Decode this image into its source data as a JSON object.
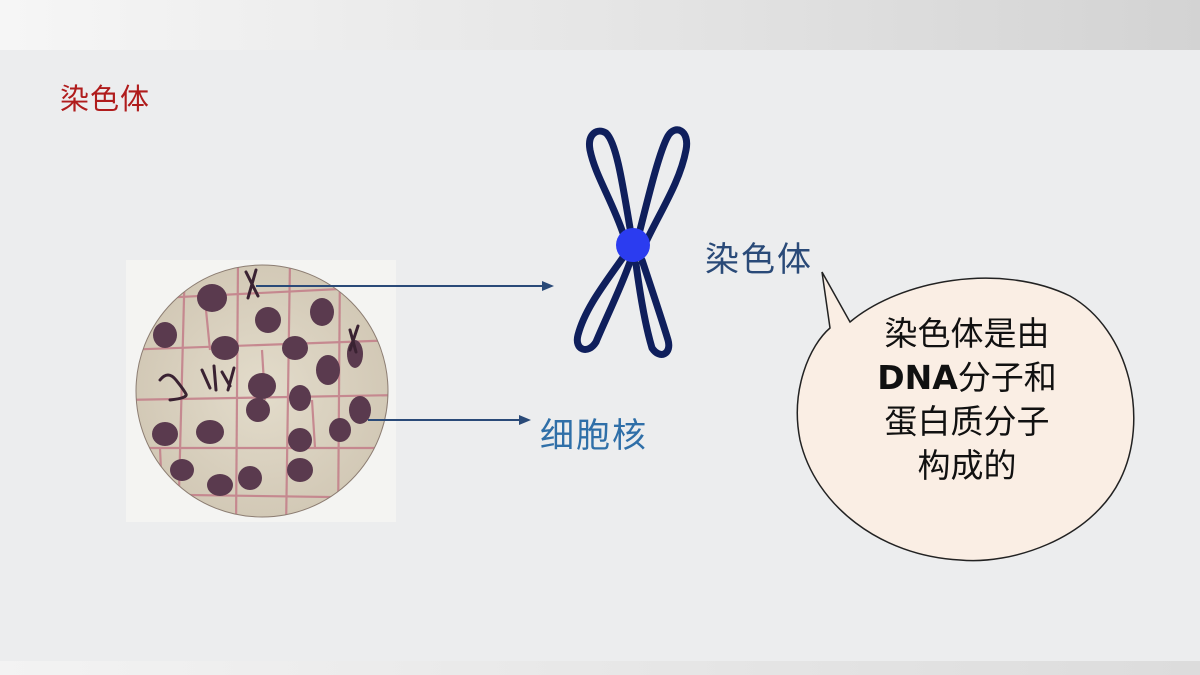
{
  "slide": {
    "title": "染色体",
    "chromosome_label": "染色体",
    "nucleus_label": "细胞核"
  },
  "bubble": {
    "line1": "染色体是由",
    "line2_bold": "DNA",
    "line2_rest": "分子和",
    "line3": "蛋白质分子",
    "line4": "构成的"
  },
  "colors": {
    "title": "#b01c1c",
    "chromosome_outline": "#0f1f5c",
    "centromere": "#2b3cf0",
    "arrow": "#2a4a78",
    "bubble_fill": "#faeee4",
    "cell_wall": "#c4818b",
    "nucleus": "#5a3a4e"
  },
  "icons": {
    "chromosome": "chromosome-x-shape",
    "micrograph": "onion-root-cells-micrograph",
    "speech_bubble": "speech-bubble"
  }
}
